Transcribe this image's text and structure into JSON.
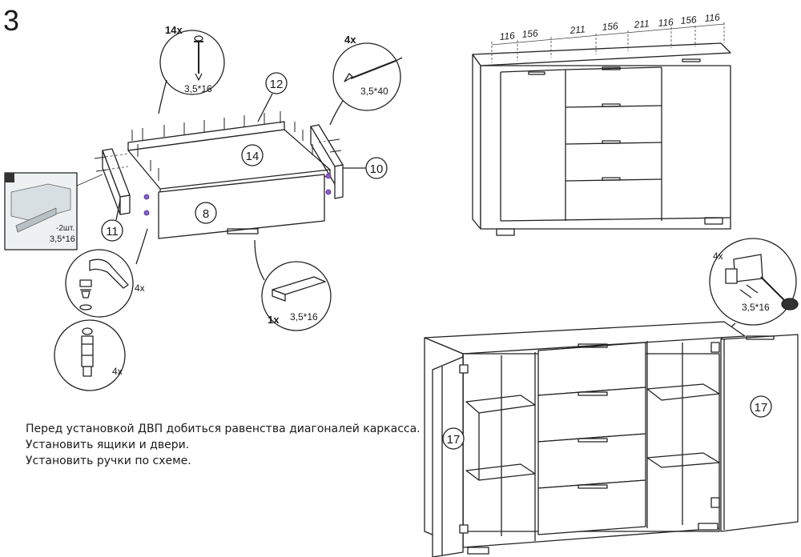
{
  "step_number": "3",
  "callouts": {
    "screws_top": {
      "qty": "14x",
      "size": "3,5*16"
    },
    "screws_side": {
      "qty": "4x",
      "size": "3,5*40"
    },
    "handle": {
      "qty": "1x",
      "size": "3,5*16"
    },
    "cam_lock": {
      "qty": "4x"
    },
    "dowel": {
      "qty": "4x"
    },
    "hinge": {
      "qty": "4x",
      "size": "3,5*16"
    },
    "inset": {
      "qty": "-2шт.",
      "size": "3,5*16"
    }
  },
  "part_labels": [
    "12",
    "14",
    "10",
    "8",
    "11",
    "17",
    "17"
  ],
  "dimensions": [
    "116",
    "156",
    "211",
    "156",
    "211",
    "116",
    "156",
    "116"
  ],
  "instructions": [
    "Перед установкой ДВП добиться равенства диагоналей каркасса.",
    "Установить ящики и двери.",
    "Установить ручки по схеме."
  ]
}
